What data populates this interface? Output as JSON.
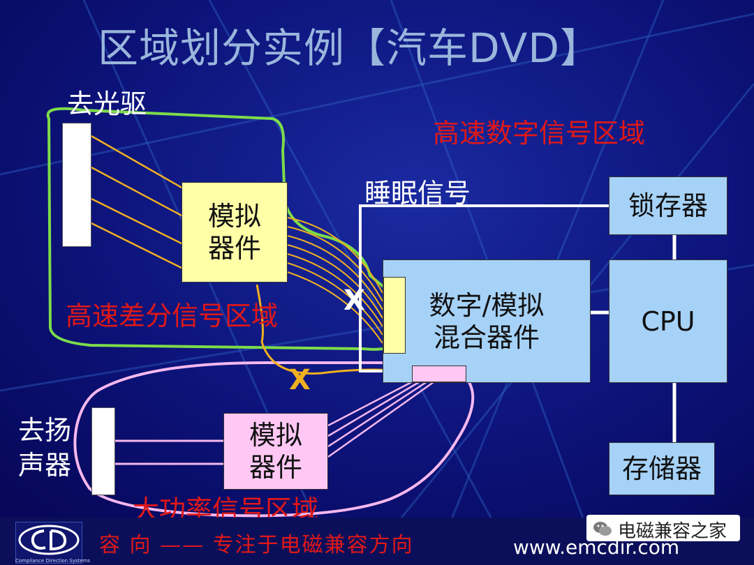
{
  "title": "区域划分实例【汽车DVD】",
  "labels": {
    "to_optical_drive": "去光驱",
    "to_speaker_line1": "去扬",
    "to_speaker_line2": "声器",
    "sleep_signal": "睡眠信号"
  },
  "zones": {
    "high_speed_digital": "高速数字信号区域",
    "high_speed_differential": "高速差分信号区域",
    "high_power": "大功率信号区域"
  },
  "blocks": {
    "analog_device_top_line1": "模拟",
    "analog_device_top_line2": "器件",
    "mixed_line1": "数字/模拟",
    "mixed_line2": "混合器件",
    "latch": "锁存器",
    "cpu": "CPU",
    "memory": "存储器",
    "analog_device_bottom_line1": "模拟",
    "analog_device_bottom_line2": "器件"
  },
  "marks": {
    "cross_white": "X",
    "cross_yellow": "X"
  },
  "footer": {
    "slogan": "容 向 —— 专注于电磁兼容方向",
    "url": "www.emcdir.com",
    "wechat_name": "电磁兼容之家",
    "logo_caption": "Compliance Direction Systems"
  },
  "colors": {
    "background": "#0a0a6e",
    "zone_green": "#7ddc4a",
    "zone_pink": "#f5b8ee",
    "trace_orange": "#f0b020",
    "trace_pink": "#f5b8ee",
    "zone_label_red": "#e01818"
  }
}
